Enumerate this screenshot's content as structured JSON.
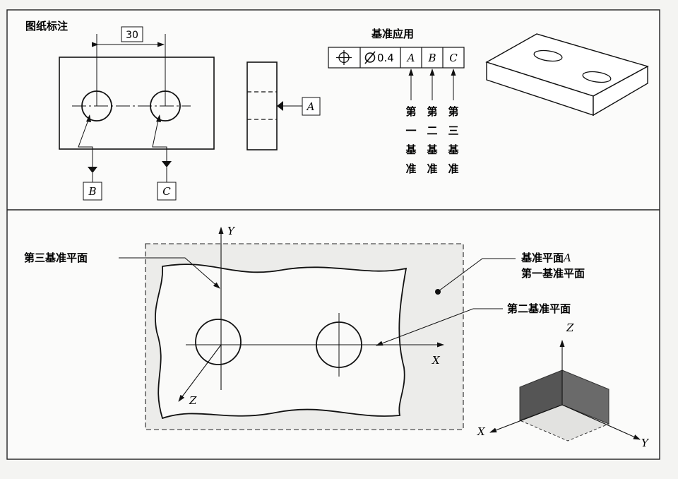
{
  "top_panel": {
    "title": "图纸标注",
    "dimension": "30",
    "datum_labels": {
      "side": "A",
      "left_hole": "B",
      "right_hole": "C"
    },
    "fcf": {
      "heading": "基准应用",
      "tolerance": "0.4",
      "datums": [
        "A",
        "B",
        "C"
      ],
      "datum_notes": [
        [
          "第",
          "一",
          "基",
          "准"
        ],
        [
          "第",
          "二",
          "基",
          "准"
        ],
        [
          "第",
          "三",
          "基",
          "准"
        ]
      ]
    }
  },
  "bottom_panel": {
    "callouts": {
      "third_plane": "第三基准平面",
      "plane_a": "基准平面",
      "plane_a_letter": "A",
      "first_plane": "第一基准平面",
      "second_plane": "第二基准平面"
    },
    "axes": {
      "x": "X",
      "y": "Y",
      "z": "Z"
    },
    "mini_axes": {
      "x": "X",
      "y": "Y",
      "z": "Z"
    }
  }
}
